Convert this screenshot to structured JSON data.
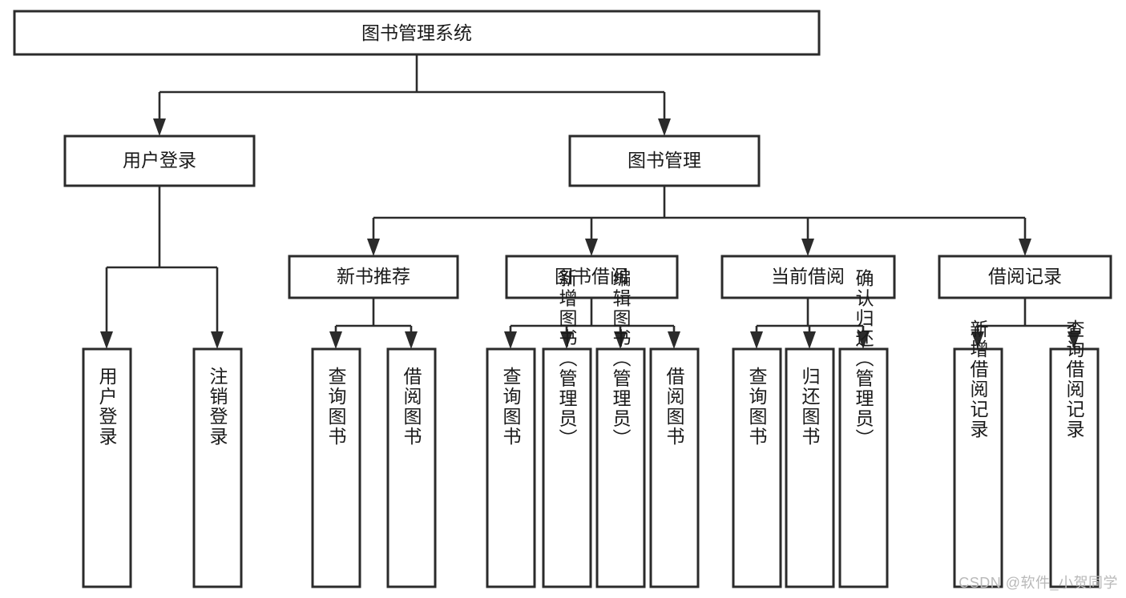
{
  "diagram": {
    "type": "tree-hierarchy-chart",
    "title": "图书管理系统",
    "watermark": "CSDN @软件_小贺同学",
    "colors": {
      "box_stroke": "#2b2b2b",
      "box_fill": "#ffffff",
      "text": "#1a1a1a",
      "connector": "#2b2b2b",
      "watermark": "#b9b9b9",
      "background": "#ffffff"
    },
    "root": {
      "label": "图书管理系统"
    },
    "level2": [
      {
        "label": "用户登录"
      },
      {
        "label": "图书管理"
      }
    ],
    "level3": [
      {
        "label": "新书推荐"
      },
      {
        "label": "图书借阅"
      },
      {
        "label": "当前借阅"
      },
      {
        "label": "借阅记录"
      }
    ],
    "leaves": {
      "user_login": [
        {
          "label": "用户登录"
        },
        {
          "label": "注销登录"
        }
      ],
      "new_book_recommend": [
        {
          "label": "查询图书"
        },
        {
          "label": "借阅图书"
        }
      ],
      "book_borrow": [
        {
          "label": "查询图书"
        },
        {
          "label": "新增图书（管理员）"
        },
        {
          "label": "编辑图书（管理员）"
        },
        {
          "label": "借阅图书"
        }
      ],
      "current_borrow": [
        {
          "label": "查询图书"
        },
        {
          "label": "归还图书"
        },
        {
          "label": "确认归还（管理员）"
        }
      ],
      "borrow_records": [
        {
          "label": "新增借阅记录"
        },
        {
          "label": "查询借阅记录"
        }
      ]
    }
  }
}
